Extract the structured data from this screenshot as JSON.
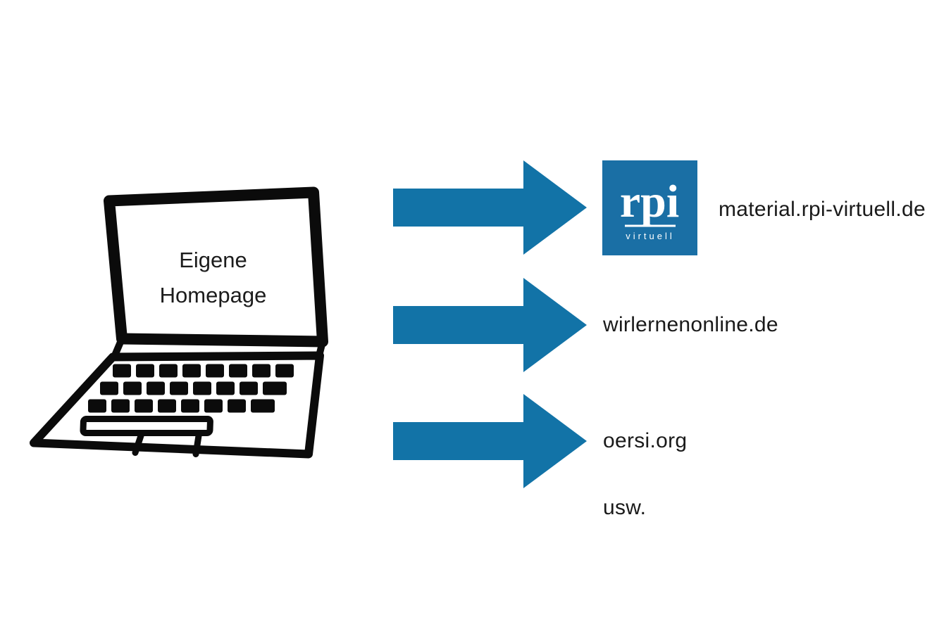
{
  "diagram": {
    "source": {
      "label_line1": "Eigene",
      "label_line2": "Homepage"
    },
    "targets": [
      {
        "label": "material.rpi-virtuell.de"
      },
      {
        "label": "wirlernenonline.de"
      },
      {
        "label": "oersi.org"
      }
    ],
    "etc_label": "usw.",
    "logo": {
      "text": "rpi",
      "subtext": "virtuell"
    }
  },
  "colors": {
    "arrow": "#1273a7",
    "logo_bg": "#1a6fa5",
    "logo_text": "#ffffff",
    "ink": "#0b0b0b"
  }
}
